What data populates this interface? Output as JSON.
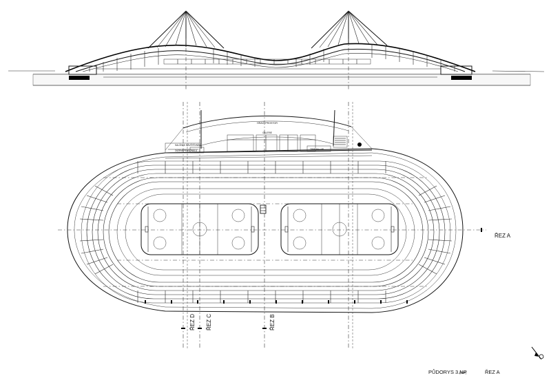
{
  "sheet": {
    "title_main": "PŮDORYS 3.NP",
    "title_sub": "(VIP)",
    "section_label": "ŘEZ A"
  },
  "section_marks": [
    {
      "id": "d",
      "label": "ŘEZ D"
    },
    {
      "id": "c",
      "label": "ŘEZ C"
    },
    {
      "id": "b",
      "label": "ŘEZ B"
    },
    {
      "id": "a",
      "label": "ŘEZ A"
    }
  ],
  "plan_labels": {
    "corridor": "HRÁČI PROSTOR",
    "gallery": "GALERIE",
    "vip_room": "SALÓNEK NÁVŠTĚVNÍKŮ",
    "service_room": "ZÁZEMÍ PERSONÁLU",
    "tribune": "TRIBUNA VIP"
  },
  "colors": {
    "line": "#111111",
    "background": "#ffffff"
  }
}
